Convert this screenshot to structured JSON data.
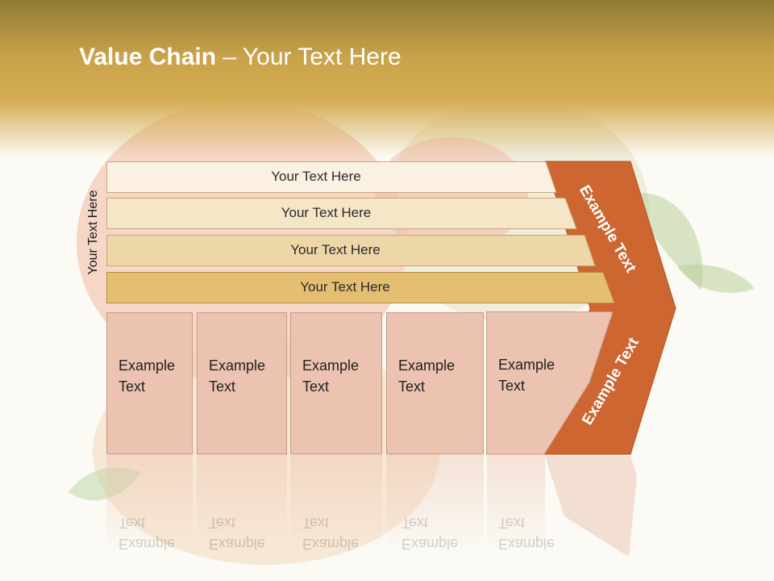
{
  "title": {
    "bold": "Value Chain",
    "rest": " – Your Text Here"
  },
  "side_label": "Your Text Here",
  "support_rows": [
    "Your Text Here",
    "Your Text Here",
    "Your Text Here",
    "Your Text Here"
  ],
  "activities": [
    {
      "line1": "Example",
      "line2": "Text"
    },
    {
      "line1": "Example",
      "line2": "Text"
    },
    {
      "line1": "Example",
      "line2": "Text"
    },
    {
      "line1": "Example",
      "line2": "Text"
    },
    {
      "line1": "Example",
      "line2": "Text"
    }
  ],
  "margin": {
    "upper": "Example Text",
    "lower": "Example Text"
  },
  "colors": {
    "header": "#c9a24a",
    "row1": "#fbf1e2",
    "row2": "#f5e6c8",
    "row3": "#eed7a7",
    "row4": "#e4bf72",
    "activity": "#ecc3b0",
    "chevron": "#cd6631"
  }
}
